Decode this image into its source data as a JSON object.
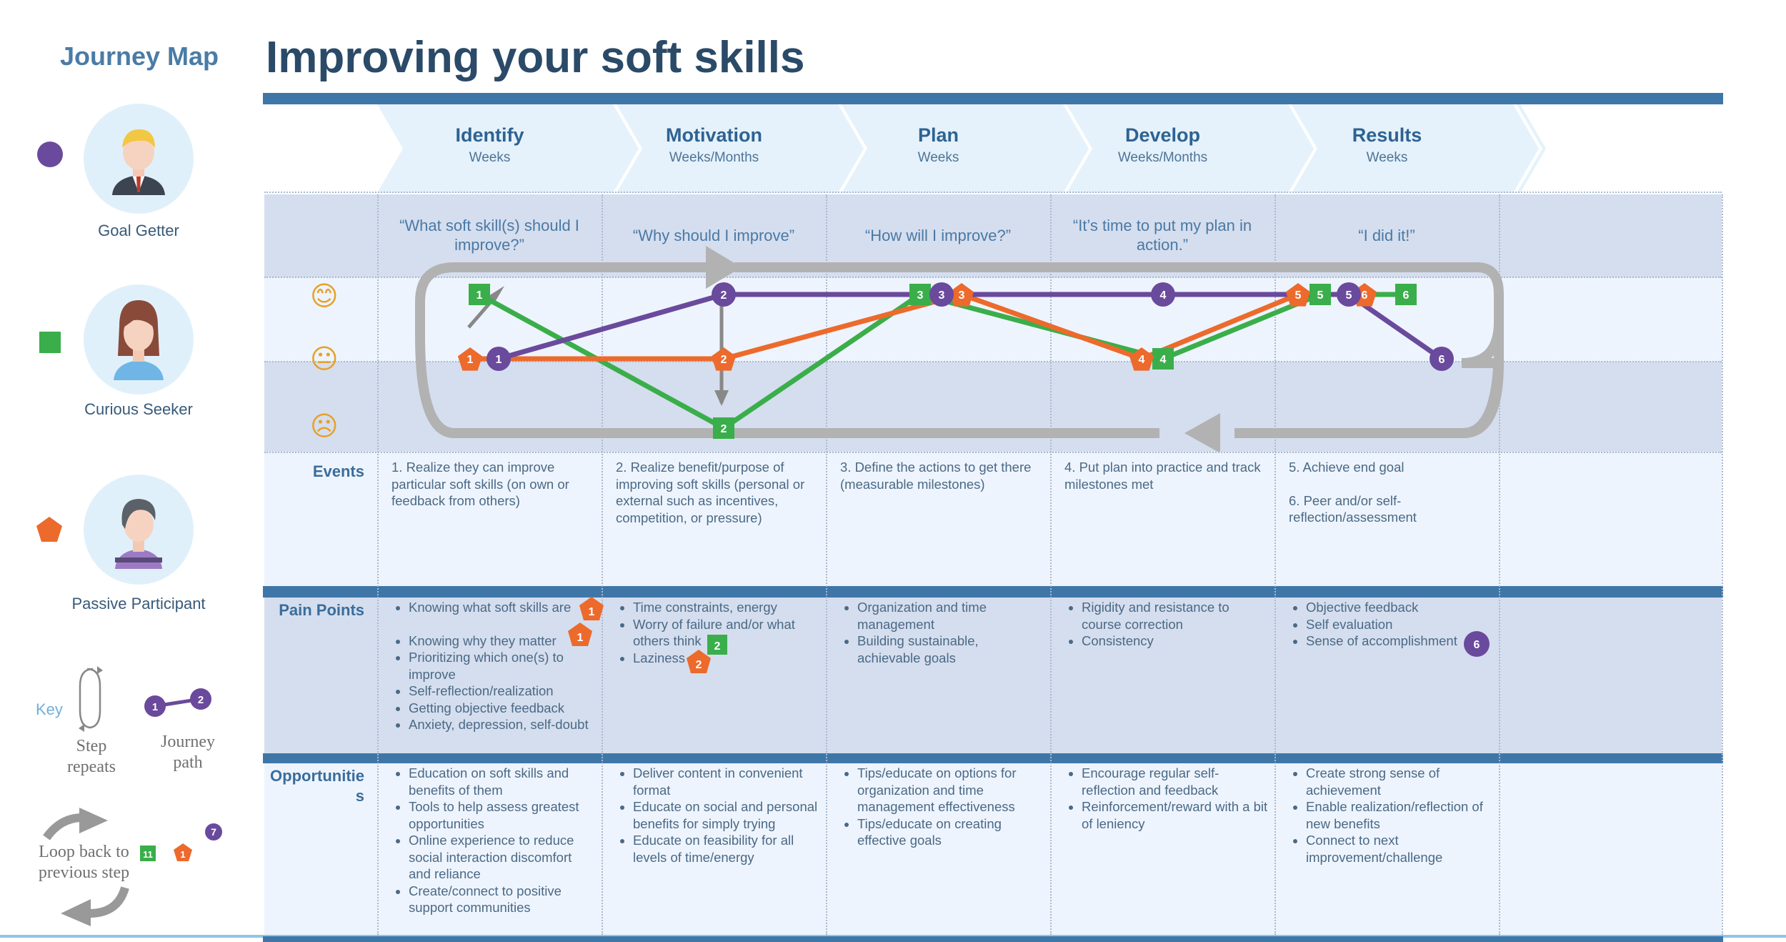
{
  "sidebar": {
    "title": "Journey Map",
    "personas": [
      {
        "label": "Goal Getter",
        "marker": "circle",
        "color": "#6a4a9c"
      },
      {
        "label": "Curious Seeker",
        "marker": "square",
        "color": "#3aae4a"
      },
      {
        "label": "Passive Participant",
        "marker": "pentagon",
        "color": "#ec6a2c"
      }
    ],
    "key": {
      "label": "Key",
      "step_repeats": "Step repeats",
      "journey_path": "Journey path",
      "loop_back": "Loop back to previous step",
      "path_nodes": [
        "1",
        "2"
      ],
      "loop_badges": [
        "7",
        "11",
        "1"
      ]
    }
  },
  "header": {
    "title": "Improving your soft skills"
  },
  "phases": [
    {
      "name": "Identify",
      "duration": "Weeks",
      "quote": "“What soft skill(s) should I improve?”"
    },
    {
      "name": "Motivation",
      "duration": "Weeks/Months",
      "quote": "“Why should I improve”"
    },
    {
      "name": "Plan",
      "duration": "Weeks",
      "quote": "“How will I improve?”"
    },
    {
      "name": "Develop",
      "duration": "Weeks/Months",
      "quote": "“It’s time to put my plan in action.”"
    },
    {
      "name": "Results",
      "duration": "Weeks",
      "quote": "“I did it!”"
    }
  ],
  "moods": {
    "happy": "😊",
    "neutral": "😐",
    "sad": "☹"
  },
  "journey": {
    "goal_getter": {
      "color": "#6a4a9c",
      "steps": [
        {
          "n": "1",
          "mood": "neutral"
        },
        {
          "n": "2",
          "mood": "happy"
        },
        {
          "n": "3",
          "mood": "happy"
        },
        {
          "n": "4",
          "mood": "happy"
        },
        {
          "n": "5",
          "mood": "happy"
        },
        {
          "n": "6",
          "mood": "neutral"
        }
      ]
    },
    "curious_seeker": {
      "color": "#3aae4a",
      "steps": [
        {
          "n": "1",
          "mood": "happy"
        },
        {
          "n": "2",
          "mood": "sad"
        },
        {
          "n": "3",
          "mood": "happy"
        },
        {
          "n": "4",
          "mood": "neutral"
        },
        {
          "n": "5",
          "mood": "happy"
        },
        {
          "n": "6",
          "mood": "happy"
        }
      ]
    },
    "passive_participant": {
      "color": "#ec6a2c",
      "steps": [
        {
          "n": "1",
          "mood": "neutral"
        },
        {
          "n": "2",
          "mood": "neutral"
        },
        {
          "n": "3",
          "mood": "happy"
        },
        {
          "n": "4",
          "mood": "neutral"
        },
        {
          "n": "5",
          "mood": "happy"
        },
        {
          "n": "6",
          "mood": "happy"
        }
      ]
    }
  },
  "rows": {
    "events": {
      "label": "Events",
      "cells": [
        [
          "1. Realize they can improve particular soft skills (on own or feedback from others)"
        ],
        [
          "2. Realize benefit/purpose of improving soft skills (personal or external such as incentives, competition, or pressure)"
        ],
        [
          "3. Define the actions to get there (measurable milestones)"
        ],
        [
          "4. Put plan into practice and track milestones met"
        ],
        [
          "5. Achieve end goal",
          "6. Peer and/or self-reflection/assessment"
        ]
      ]
    },
    "pain_points": {
      "label": "Pain Points",
      "cells": [
        [
          "Knowing what soft skills are",
          "Knowing why they matter",
          "Prioritizing which one(s) to improve",
          "Self-reflection/realization",
          "Getting objective feedback",
          "Anxiety, depression, self-doubt"
        ],
        [
          "Time constraints, energy",
          "Worry of failure and/or what others think",
          "Laziness"
        ],
        [
          "Organization and time management",
          "Building sustainable, achievable goals"
        ],
        [
          "Rigidity and resistance to course correction",
          "Consistency"
        ],
        [
          "Objective feedback",
          "Self evaluation",
          "Sense of accomplishment"
        ]
      ],
      "badges": [
        "1",
        "1",
        "2",
        "2",
        "6"
      ]
    },
    "opportunities": {
      "label": "Opportunities",
      "cells": [
        [
          "Education on soft skills and benefits of them",
          "Tools to help assess greatest opportunities",
          "Online experience to reduce social interaction discomfort and reliance",
          "Create/connect to positive support communities"
        ],
        [
          "Deliver content in convenient format",
          "Educate on social and personal benefits for simply trying",
          "Educate on feasibility for all levels of time/energy"
        ],
        [
          "Tips/educate on  options for organization and time management effectiveness",
          "Tips/educate on creating effective goals"
        ],
        [
          "Encourage regular self-reflection and feedback",
          "Reinforcement/reward with a bit of leniency"
        ],
        [
          "Create strong sense of achievement",
          "Enable realization/reflection of new benefits",
          "Connect to next improvement/challenge"
        ]
      ]
    }
  }
}
